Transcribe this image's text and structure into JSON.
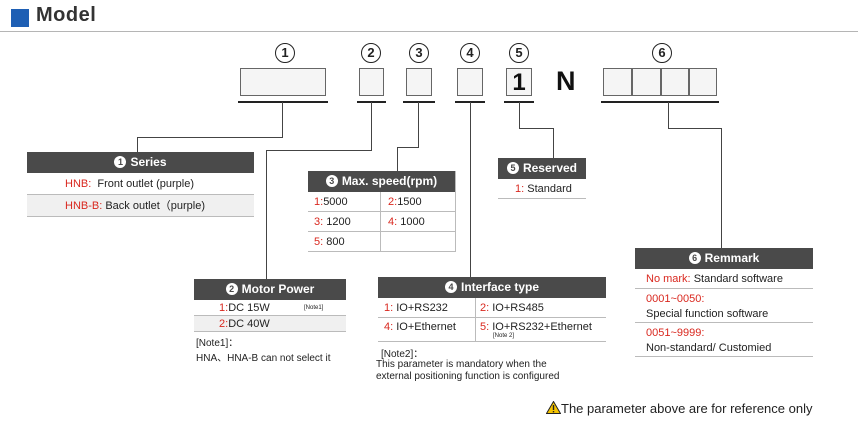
{
  "header": {
    "title": "Model"
  },
  "code": {
    "positions": [
      "1",
      "2",
      "3",
      "4",
      "5",
      "6"
    ],
    "fixed_digit": "1",
    "fixed_letter": "N"
  },
  "series": {
    "num": "1",
    "title": "Series",
    "rows": [
      {
        "code": "HNB:",
        "desc": "Front outlet (purple)"
      },
      {
        "code": "HNB-B:",
        "desc": "Back outlet（purple)"
      }
    ]
  },
  "motor_power": {
    "num": "2",
    "title": "Motor Power",
    "rows": [
      {
        "code": "1:",
        "desc": "DC 15W",
        "note": "[Note1]"
      },
      {
        "code": "2:",
        "desc": "DC 40W",
        "note": ""
      }
    ],
    "note_title": "[Note1]：",
    "note_text": "HNA、HNA-B can not select it"
  },
  "max_speed": {
    "num": "3",
    "title": "Max. speed(rpm)",
    "rows": [
      [
        {
          "code": "1:",
          "val": "5000"
        },
        {
          "code": "2:",
          "val": "1500"
        }
      ],
      [
        {
          "code": "3:",
          "val": "1200"
        },
        {
          "code": "4:",
          "val": "1000"
        }
      ],
      [
        {
          "code": "5:",
          "val": "800"
        },
        {
          "code": "",
          "val": ""
        }
      ]
    ]
  },
  "interface": {
    "num": "4",
    "title": "Interface type",
    "rows": [
      [
        {
          "code": "1:",
          "val": "IO+RS232"
        },
        {
          "code": "2:",
          "val": "IO+RS485",
          "note": ""
        }
      ],
      [
        {
          "code": "4:",
          "val": "IO+Ethernet"
        },
        {
          "code": "5:",
          "val": "IO+RS232+Ethernet",
          "note": "[Note 2]"
        }
      ]
    ],
    "note_title": "[Note2]：",
    "note_line1": "This parameter is mandatory when the",
    "note_line2": "external positioning function is configured"
  },
  "reserved": {
    "num": "5",
    "title": "Reserved",
    "rows": [
      {
        "code": "1:",
        "desc": "Standard"
      }
    ]
  },
  "remark": {
    "num": "6",
    "title": "Remmark",
    "rows": [
      {
        "code": "No mark:",
        "desc": "Standard software"
      },
      {
        "code": "0001~0050:",
        "desc": "Special function software"
      },
      {
        "code": "0051~9999:",
        "desc": "Non-standard/ Customied"
      }
    ]
  },
  "footer": {
    "warning": "The parameter above are for reference only",
    "icon": "warning-icon"
  }
}
